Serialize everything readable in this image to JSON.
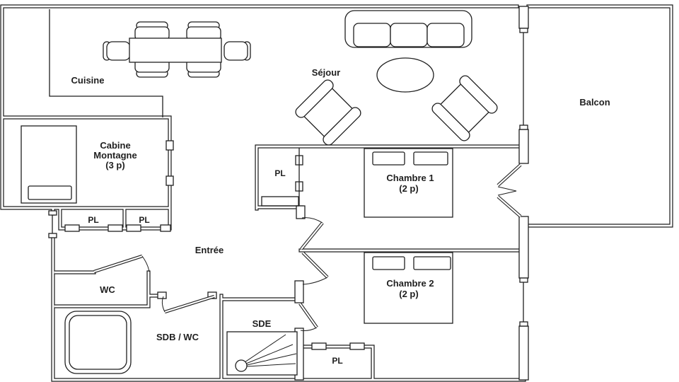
{
  "colors": {
    "ink": "#1f1f1f",
    "background": "#ffffff"
  },
  "rooms": {
    "cuisine": {
      "label": "Cuisine"
    },
    "sejour": {
      "label": "Séjour"
    },
    "balcon": {
      "label": "Balcon"
    },
    "cabine_montagne": {
      "line1": "Cabine",
      "line2": "Montagne",
      "line3": "(3 p)"
    },
    "entree": {
      "label": "Entrée"
    },
    "wc": {
      "label": "WC"
    },
    "sdb_wc": {
      "label": "SDB / WC"
    },
    "sde": {
      "label": "SDE"
    },
    "chambre1": {
      "line1": "Chambre 1",
      "line2": "(2 p)"
    },
    "chambre2": {
      "line1": "Chambre 2",
      "line2": "(2 p)"
    }
  },
  "closets": {
    "pl_cabine_left": "PL",
    "pl_cabine_right": "PL",
    "pl_chambre1": "PL",
    "pl_couloir": "PL"
  }
}
